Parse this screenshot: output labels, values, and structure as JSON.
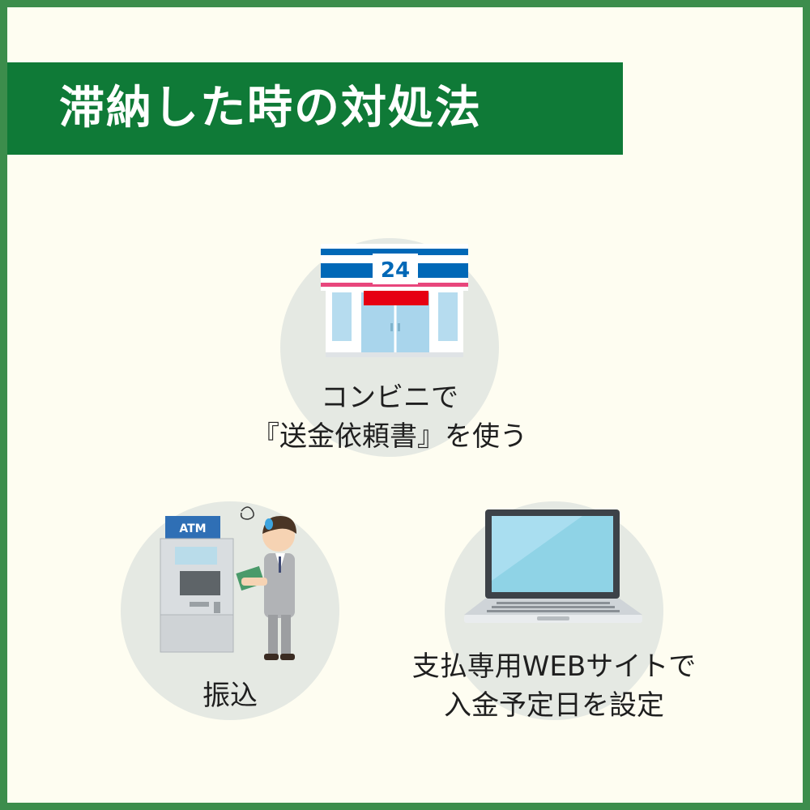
{
  "title": "滞納した時の対処法",
  "colors": {
    "frame": "#3c8d4c",
    "title_bar": "#0f7a37",
    "background": "#fefdf1",
    "circle": "#e5e9e3"
  },
  "items": [
    {
      "icon": "convenience-store-icon",
      "store_sign": "24",
      "line1": "コンビニで",
      "line2": "『送金依頼書』を使う"
    },
    {
      "icon": "atm-person-icon",
      "atm_sign": "ATM",
      "line1": "振込"
    },
    {
      "icon": "laptop-icon",
      "line1": "支払専用WEBサイトで",
      "line2": "入金予定日を設定"
    }
  ]
}
